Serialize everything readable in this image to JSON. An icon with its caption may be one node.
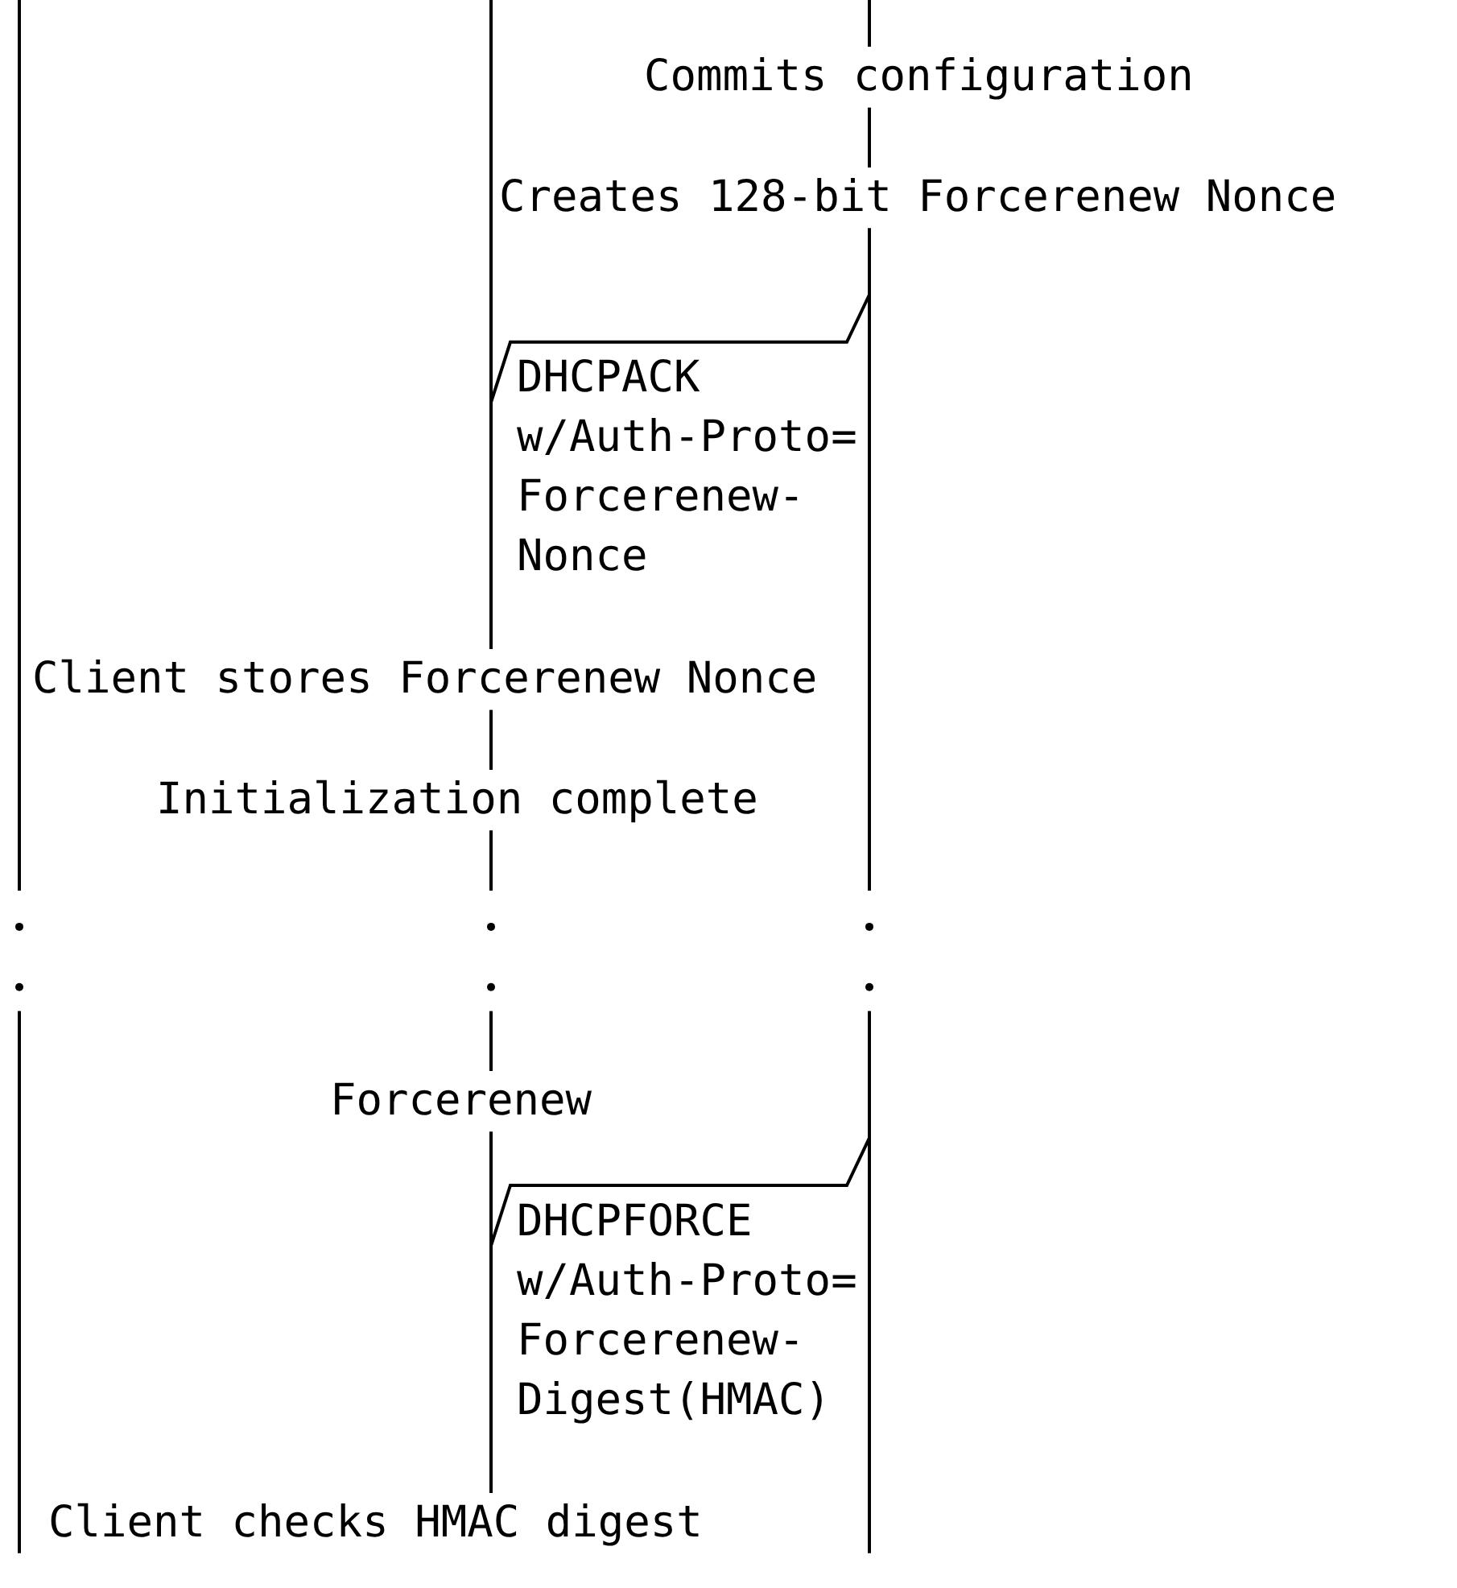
{
  "diagram": {
    "nodes": [
      {
        "text": [],
        "shape": "bar"
      },
      {
        "text": [],
        "shape": "bar"
      },
      {
        "text": [],
        "shape": "bar"
      }
    ],
    "edges": [
      {
        "from": 2,
        "to": 1,
        "arrow": "none",
        "label": "DHCPACK w/Auth-Proto= Forcerenew- Nonce"
      },
      {
        "from": 2,
        "to": 1,
        "arrow": "none",
        "label": "DHCPFORCE w/Auth-Proto= Forcerenew- Digest(HMAC)"
      }
    ],
    "labels": [
      "Commits configuration",
      "Creates 128-bit Forcerenew Nonce",
      "Client stores Forcerenew Nonce",
      "Initialization complete",
      "Forcerenew",
      "Client checks HMAC digest"
    ]
  }
}
